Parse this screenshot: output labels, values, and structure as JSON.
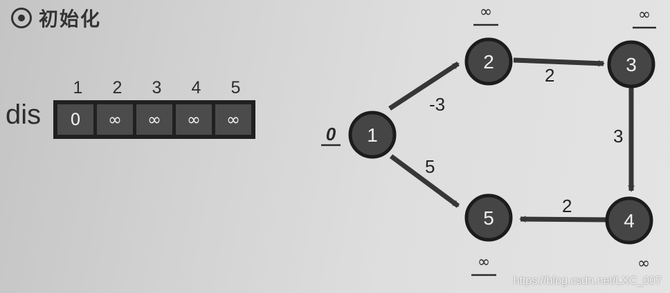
{
  "heading": {
    "title": "初始化"
  },
  "array": {
    "label": "dis",
    "indices": [
      "1",
      "2",
      "3",
      "4",
      "5"
    ],
    "values": [
      "0",
      "∞",
      "∞",
      "∞",
      "∞"
    ]
  },
  "graph": {
    "nodes": [
      {
        "id": "1",
        "dist": "0"
      },
      {
        "id": "2",
        "dist": "∞"
      },
      {
        "id": "3",
        "dist": "∞"
      },
      {
        "id": "4",
        "dist": "∞"
      },
      {
        "id": "5",
        "dist": "∞"
      }
    ],
    "edges": [
      {
        "from": "1",
        "to": "2",
        "weight": "-3"
      },
      {
        "from": "1",
        "to": "5",
        "weight": "5"
      },
      {
        "from": "2",
        "to": "3",
        "weight": "2"
      },
      {
        "from": "3",
        "to": "4",
        "weight": "3"
      },
      {
        "from": "4",
        "to": "5",
        "weight": "2"
      }
    ],
    "colors": {
      "node_fill": "#454545",
      "node_ring": "#1c1c1c",
      "edge": "#363636"
    }
  },
  "watermark": "https://blog.csdn.net/LXC_007"
}
